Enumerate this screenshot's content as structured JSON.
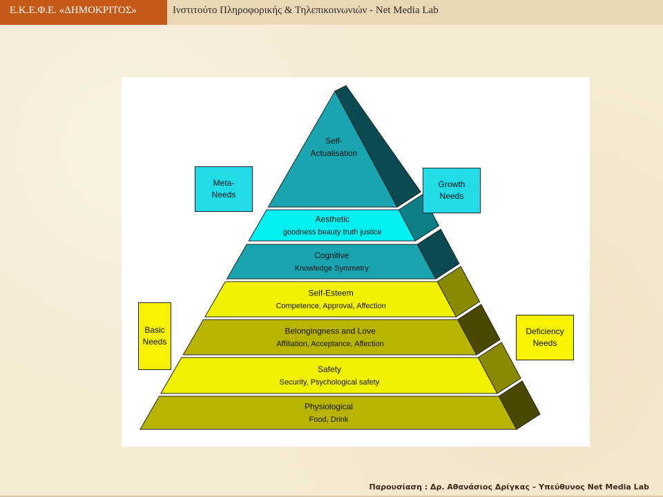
{
  "header": {
    "org": "Ε.Κ.Ε.Φ.Ε. «ΔΗΜΟΚΡΙΤΟΣ»",
    "lab": "Ινστιτούτο Πληροφορικής & Τηλεπικοινωνιών - Net Media Lab"
  },
  "pyramid": {
    "levels": [
      {
        "title": "Self-Actualisation",
        "title_lines": [
          "Self-",
          "Actualisation"
        ],
        "subtitle": "",
        "color": "#1aa4b0",
        "side": "#0b4a50"
      },
      {
        "title": "Aesthetic",
        "title_lines": [
          "Aesthetic"
        ],
        "subtitle": "goodness beauty truth justice",
        "color": "#00f0f2",
        "side": "#0a7f88"
      },
      {
        "title": "Cognitive",
        "title_lines": [
          "Cognitive"
        ],
        "subtitle": "Knowledge Symmetry",
        "color": "#1aa4b0",
        "side": "#0b4a50"
      },
      {
        "title": "Self-Esteem",
        "title_lines": [
          "Self-Esteem"
        ],
        "subtitle": "Competence, Approval, Affection",
        "color": "#f2f200",
        "side": "#8a8a00"
      },
      {
        "title": "Belongingness and Love",
        "title_lines": [
          "Belongingness and Love"
        ],
        "subtitle": "Affiliation, Acceptance, Affection",
        "color": "#b8b400",
        "side": "#4a4800"
      },
      {
        "title": "Safety",
        "title_lines": [
          "Safety"
        ],
        "subtitle": "Security, Psychological safety",
        "color": "#f2f200",
        "side": "#8a8a00"
      },
      {
        "title": "Physiological",
        "title_lines": [
          "Physiological"
        ],
        "subtitle": "Food, Drink",
        "color": "#b8b400",
        "side": "#4a4800"
      }
    ]
  },
  "labels": {
    "meta": [
      "Meta-",
      "Needs"
    ],
    "growth": [
      "Growth",
      "Needs"
    ],
    "basic": [
      "Basic",
      "Needs"
    ],
    "deficiency": [
      "Deficiency",
      "Needs"
    ]
  },
  "colors": {
    "cyan_box": "#22dbe8",
    "yellow_box": "#f7f200"
  },
  "footer": {
    "presenter": "Παρουσίαση : Δρ. Αθανάσιος Δρίγκας – Υπεύθυνος Net Media Lab"
  }
}
